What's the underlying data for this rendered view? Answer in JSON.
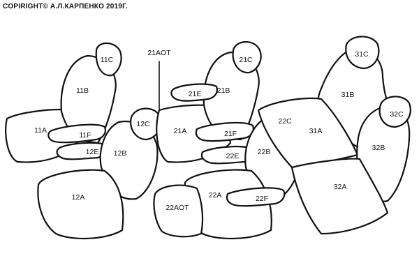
{
  "copyright": "COPIRIGHT© А.Л.КАРПЕНКО 2019Г.",
  "labels": {
    "11C": "11C",
    "11B": "11B",
    "11A": "11A",
    "11F": "11F",
    "12E": "12E",
    "12C": "12C",
    "12B": "12B",
    "12A": "12A",
    "21AOT": "21AOT",
    "21C": "21C",
    "21E": "21E",
    "21B": "21B",
    "21A": "21A",
    "21F": "21F",
    "22E": "22E",
    "22C": "22C",
    "22B": "22B",
    "22A": "22A",
    "22F": "22F",
    "22AOT": "22AOT",
    "31C": "31C",
    "31B": "31B",
    "31A": "31A",
    "32C": "32C",
    "32B": "32B",
    "32A": "32A"
  }
}
